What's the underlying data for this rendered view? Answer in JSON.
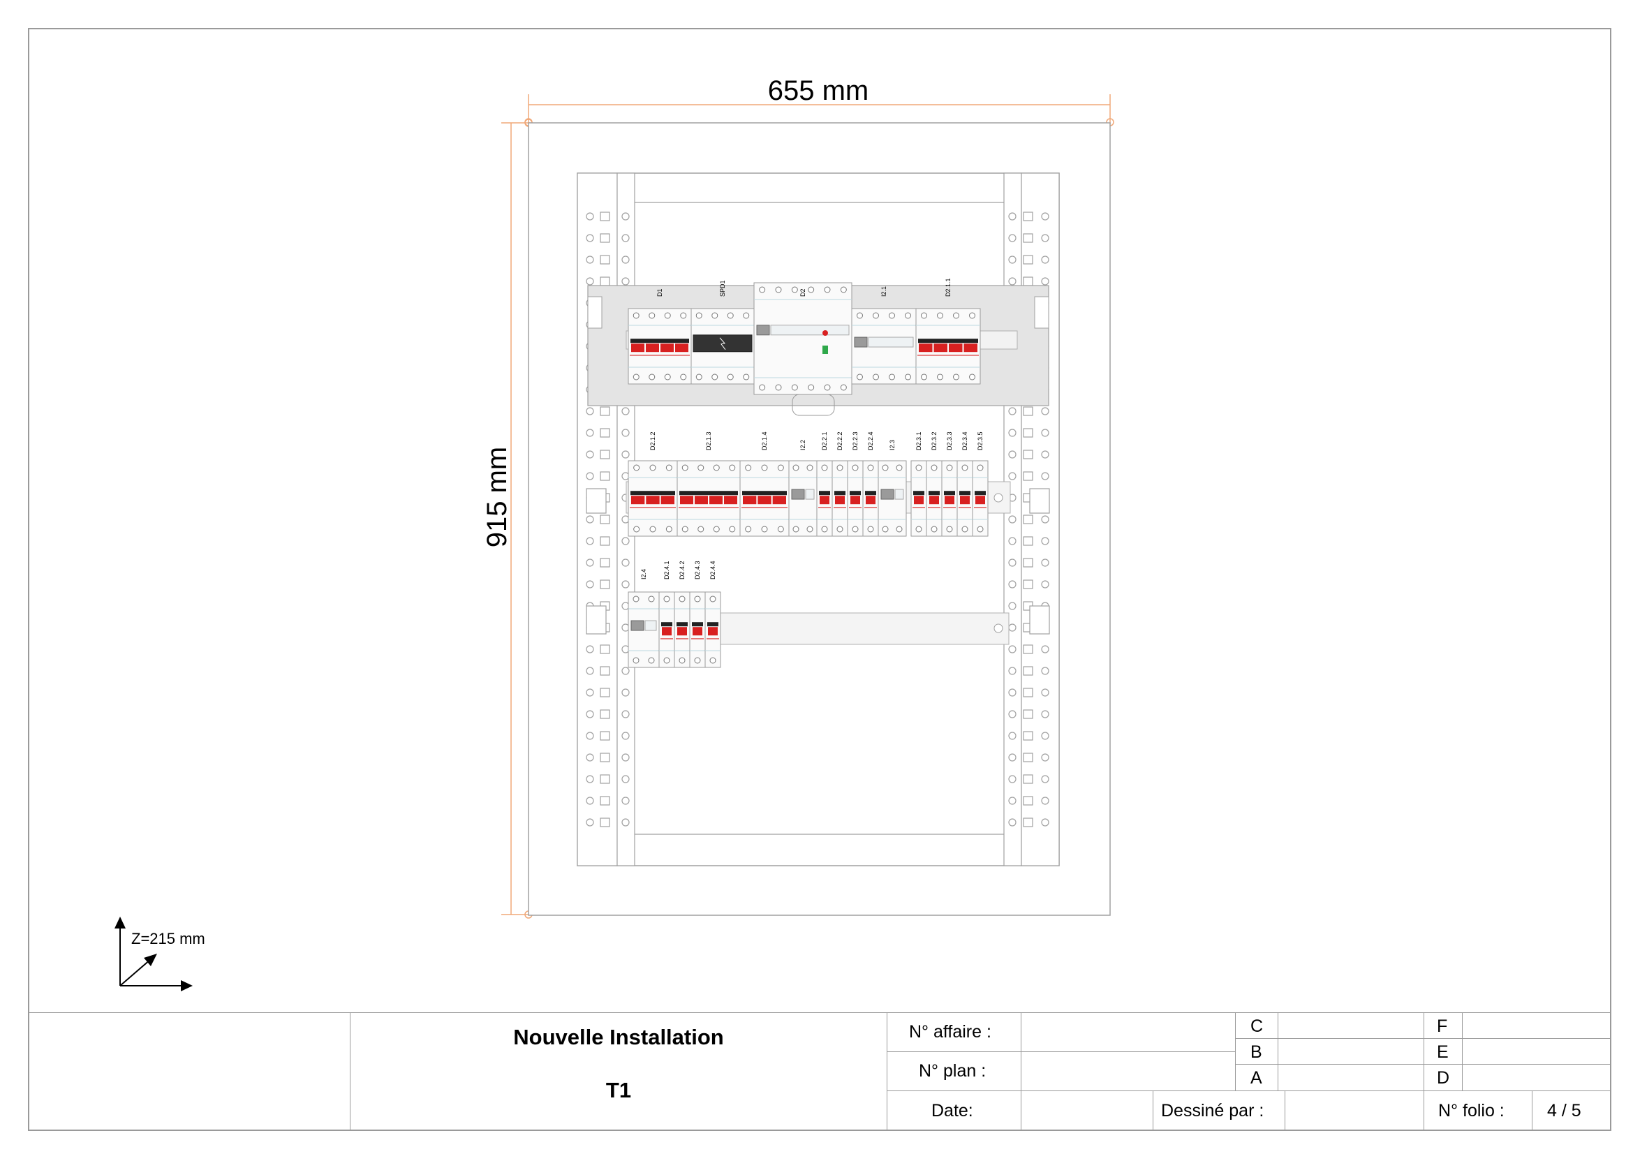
{
  "drawing": {
    "width_label": "655 mm",
    "height_label": "915 mm",
    "depth_label": "Z=215 mm",
    "row1_labels": [
      "D1",
      "SPD1",
      "D2",
      "I2.1",
      "D2.1.1"
    ],
    "row2_labels": [
      "D2.1.2",
      "D2.1.3",
      "D2.1.4",
      "I2.2",
      "D2.2.1",
      "D2.2.2",
      "D2.2.3",
      "D2.2.4",
      "I2.3",
      "D2.3.1",
      "D2.3.2",
      "D2.3.3",
      "D2.3.4",
      "D2.3.5"
    ],
    "row3_labels": [
      "I2.4",
      "D2.4.1",
      "D2.4.2",
      "D2.4.3",
      "D2.4.4"
    ],
    "colors": {
      "dimension": "#f0a878",
      "outline": "#a0a0a0",
      "breaker_red": "#d82020",
      "handle": "#222222"
    }
  },
  "title_block": {
    "project_title": "Nouvelle Installation",
    "panel_name": "T1",
    "affaire_label": "N° affaire :",
    "plan_label": "N° plan :",
    "date_label": "Date:",
    "drawn_by_label": "Dessiné par :",
    "folio_label": "N° folio :",
    "folio_value": "4 / 5",
    "revisions": [
      "C",
      "B",
      "A",
      "F",
      "E",
      "D"
    ]
  }
}
